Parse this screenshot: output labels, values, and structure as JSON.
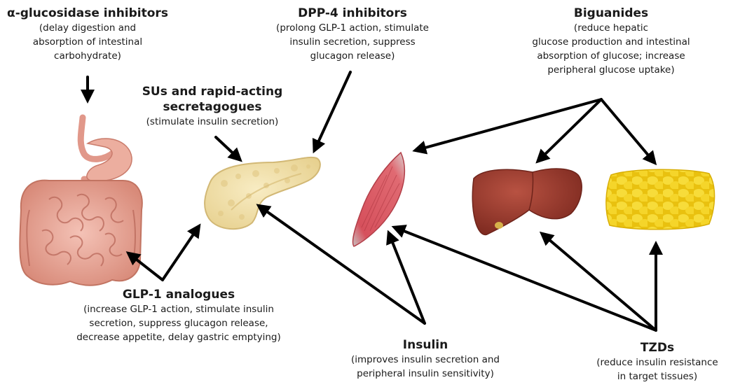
{
  "drugs": {
    "agi": {
      "title": "α-glucosidase inhibitors",
      "desc": "(delay digestion and\nabsorption of intestinal\ncarbohydrate)"
    },
    "dpp4": {
      "title": "DPP-4 inhibitors",
      "desc": "(prolong GLP-1 action, stimulate\ninsulin secretion, suppress\nglucagon release)"
    },
    "big": {
      "title": "Biguanides",
      "desc": "(reduce hepatic\nglucose production and intestinal\nabsorption of glucose; increase\nperipheral glucose uptake)"
    },
    "su": {
      "title": "SUs and rapid-acting\nsecretagogues",
      "desc": "(stimulate insulin secretion)"
    },
    "glp1": {
      "title": "GLP-1 analogues",
      "desc": "(increase GLP-1 action, stimulate insulin\nsecretion, suppress glucagon release,\ndecrease appetite, delay gastric emptying)"
    },
    "ins": {
      "title": "Insulin",
      "desc": "(improves insulin secretion and\nperipheral insulin sensitivity)"
    },
    "tzd": {
      "title": "TZDs",
      "desc": "(reduce insulin resistance\nin target tissues)"
    }
  },
  "organs": {
    "intestine": "gastrointestinal-tract",
    "pancreas": "pancreas",
    "muscle": "skeletal-muscle",
    "liver": "liver",
    "adipose": "adipose-tissue"
  },
  "colors": {
    "arrow": "#000000",
    "intestine": "#e8a596",
    "pancreas": "#f1dfa6",
    "muscle": "#d9555f",
    "liver": "#9b3a2c",
    "adipose": "#f3d21f"
  }
}
